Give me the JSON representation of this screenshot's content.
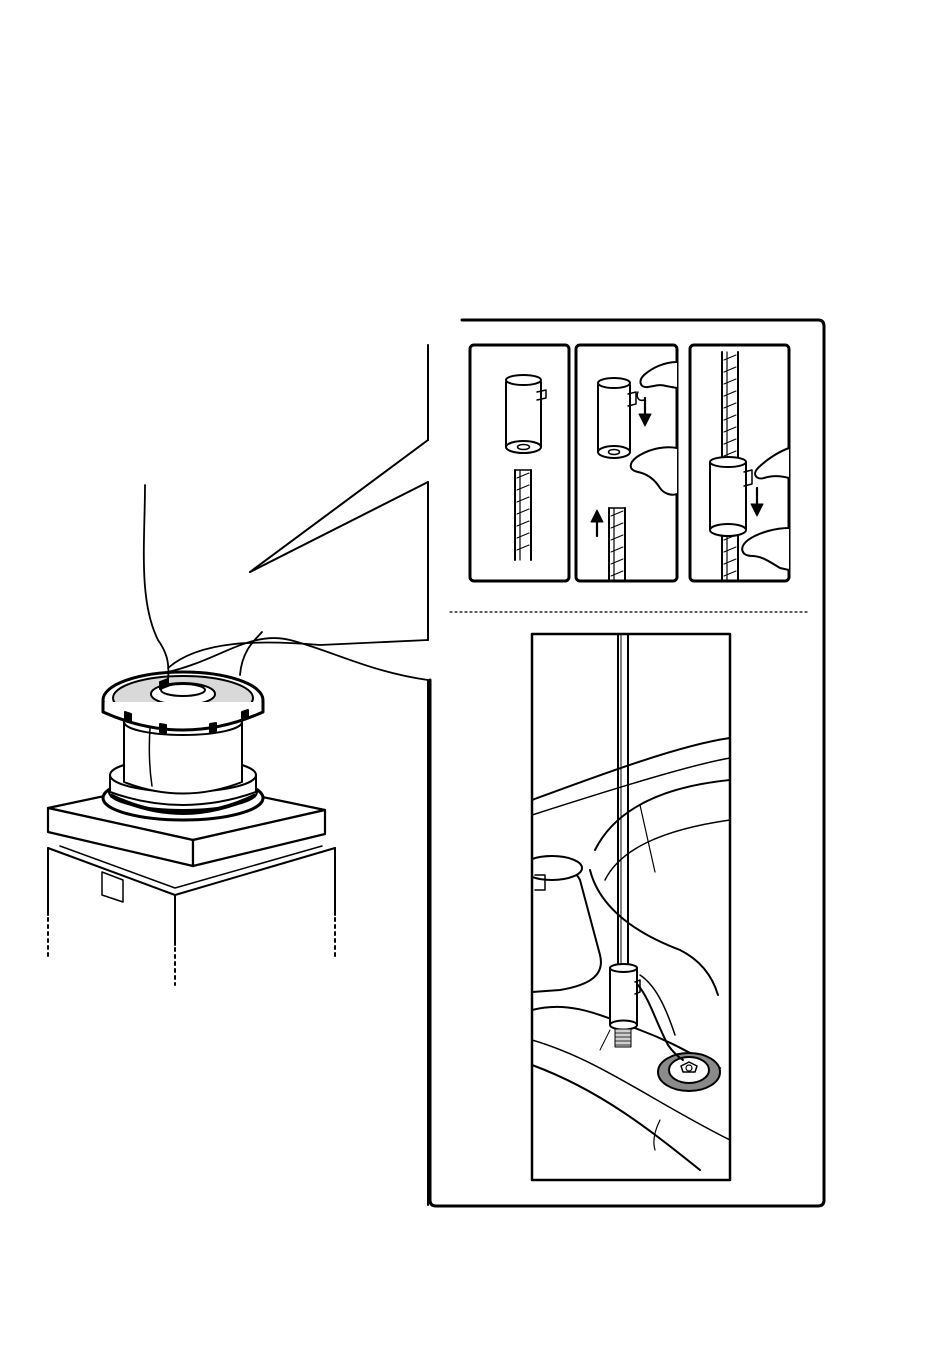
{
  "page": {
    "background": "#ffffff",
    "ink": "#000000",
    "gray_fill": "#d9d9d9",
    "mid_gray": "#8a8a8a"
  },
  "illustration": {
    "type": "assembly-instruction",
    "text_labels": [],
    "detail_steps": [
      {
        "step": 1,
        "arrows": []
      },
      {
        "step": 2,
        "arrows": [
          "up",
          "down"
        ]
      },
      {
        "step": 3,
        "arrows": [
          "down"
        ]
      }
    ],
    "icons": [
      "arrow-up-icon",
      "arrow-down-icon",
      "hand-icon",
      "screw-icon"
    ]
  }
}
